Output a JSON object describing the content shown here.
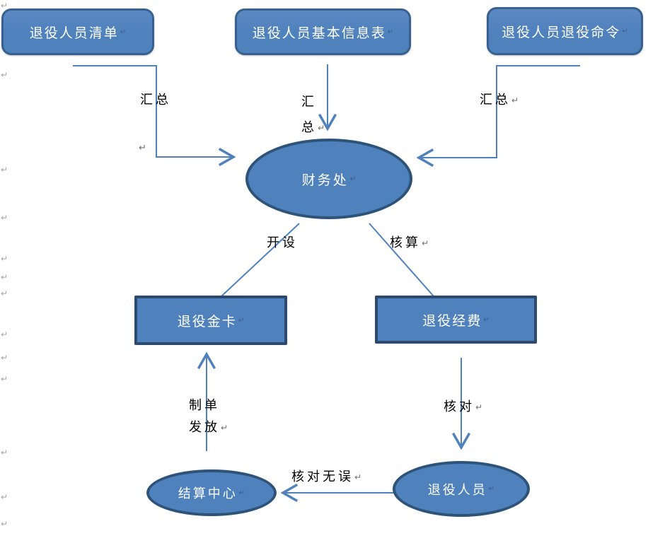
{
  "diagram": {
    "type": "flowchart",
    "nodes": {
      "retired_list": {
        "label": "退役人员清单",
        "shape": "rounded-rect"
      },
      "retired_info": {
        "label": "退役人员基本信息表",
        "shape": "rounded-rect"
      },
      "retired_order": {
        "label": "退役人员退役命令",
        "shape": "rounded-rect"
      },
      "finance_dept": {
        "label": "财务处",
        "shape": "ellipse"
      },
      "gold_card": {
        "label": "退役金卡",
        "shape": "rect"
      },
      "funds": {
        "label": "退役经费",
        "shape": "rect"
      },
      "settlement_center": {
        "label": "结算中心",
        "shape": "ellipse"
      },
      "retired_personnel": {
        "label": "退役人员",
        "shape": "ellipse"
      }
    },
    "edge_labels": {
      "summarize_left": "汇总",
      "summarize_center_line1": "汇",
      "summarize_center_line2": "总",
      "summarize_right": "汇总",
      "open_card": "开设",
      "account": "核算",
      "make_voucher": "制单",
      "issue": "发放",
      "verify": "核对",
      "verify_ok": "核对无误"
    },
    "colors": {
      "shape_fill": "#4f81bd",
      "box_border": "#38618f",
      "rect_border": "#2c4a6e",
      "ellipse_border": "#2e5379",
      "connector": "#4f81bd",
      "label_text": "#000000",
      "shape_text": "#ffffff",
      "mark": "#8a8a8a"
    },
    "pilcrow": "↵"
  }
}
